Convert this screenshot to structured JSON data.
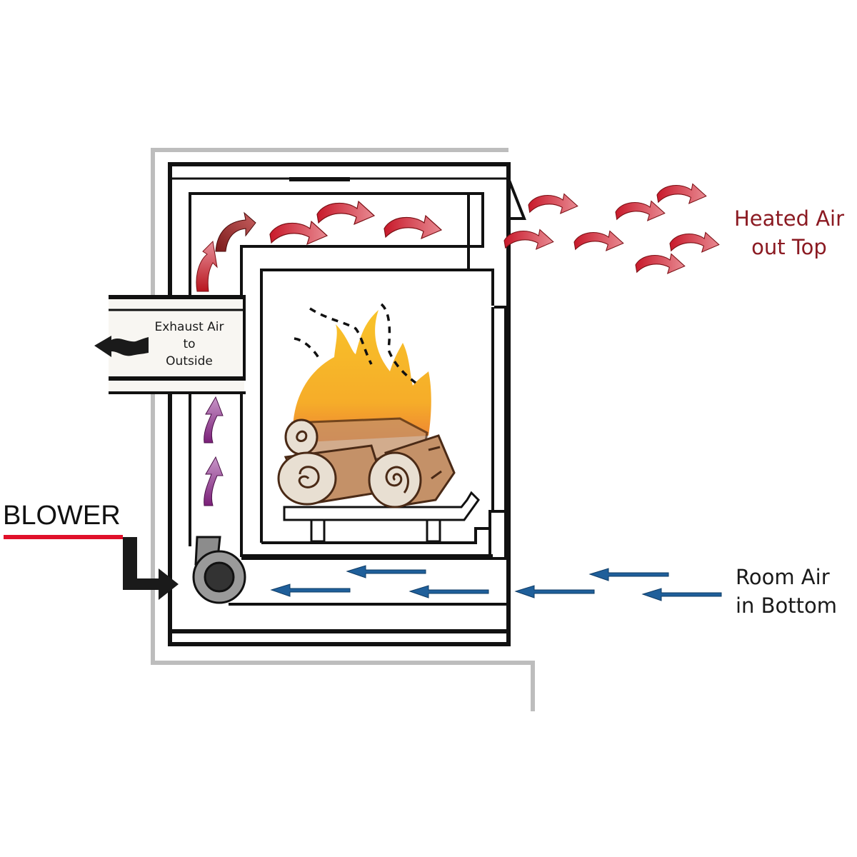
{
  "diagram": {
    "title": "Fireplace insert blower airflow diagram",
    "labels": {
      "exhaust": [
        "Exhaust Air",
        "to",
        "Outside"
      ],
      "heated": [
        "Heated Air",
        "out Top"
      ],
      "room": [
        "Room Air",
        "in Bottom"
      ],
      "blower": "BLOWER"
    },
    "colors": {
      "heated_arrow": "#c8192a",
      "heated_text": "#8b1a22",
      "room_arrow": "#1f5f9a",
      "rising_arrow": "#8a2a88",
      "blower_line": "#e0102a",
      "outer_wall": "#bdbdbd",
      "frame": "#111111",
      "flame": "#f7b21e",
      "log": "#c49168",
      "log_end": "#e8dfd2"
    },
    "components": [
      "exhaust-duct",
      "firebox",
      "fire",
      "logs",
      "grate",
      "blower-fan",
      "convection-chamber",
      "heated-air-outlet",
      "room-air-inlet"
    ]
  }
}
